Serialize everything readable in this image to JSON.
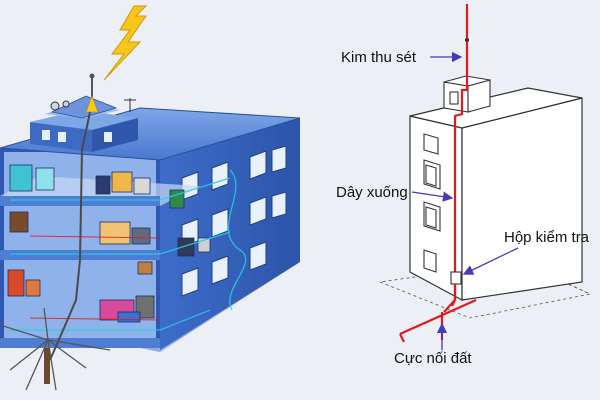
{
  "labels": {
    "air_terminal": "Kim thu sét",
    "down_conductor": "Dây xuống",
    "test_box": "Hộp kiểm tra",
    "earth_electrode": "Cực nối đất"
  },
  "colors": {
    "background": "#eceff6",
    "building_blue": "#3b67c4",
    "conductor_red": "#e0191b",
    "arrow_purple": "#4a39b8",
    "lightning_yellow": "#f7c51c"
  },
  "icons": {
    "lightning": "lightning-bolt-icon"
  }
}
